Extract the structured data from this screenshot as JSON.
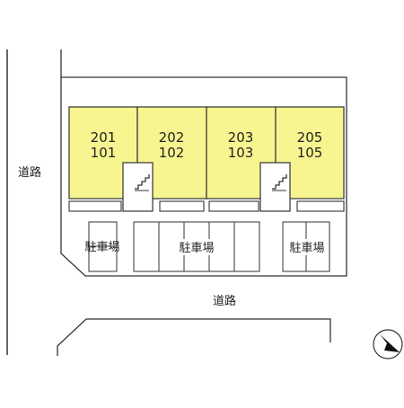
{
  "site_plan": {
    "colors": {
      "unit_fill": "#f7f58f",
      "line": "#333333",
      "background": "#ffffff"
    },
    "roads": {
      "west_label": "道路",
      "south_label": "道路"
    },
    "units": [
      {
        "upper": "201",
        "lower": "101"
      },
      {
        "upper": "202",
        "lower": "102"
      },
      {
        "upper": "203",
        "lower": "103"
      },
      {
        "upper": "205",
        "lower": "105"
      }
    ],
    "parking": [
      {
        "label": "駐車場"
      },
      {
        "label": "駐車場"
      },
      {
        "label": "駐車場"
      }
    ],
    "icons": {
      "stairs": "stairs-icon",
      "compass": "north-arrow-icon"
    }
  }
}
